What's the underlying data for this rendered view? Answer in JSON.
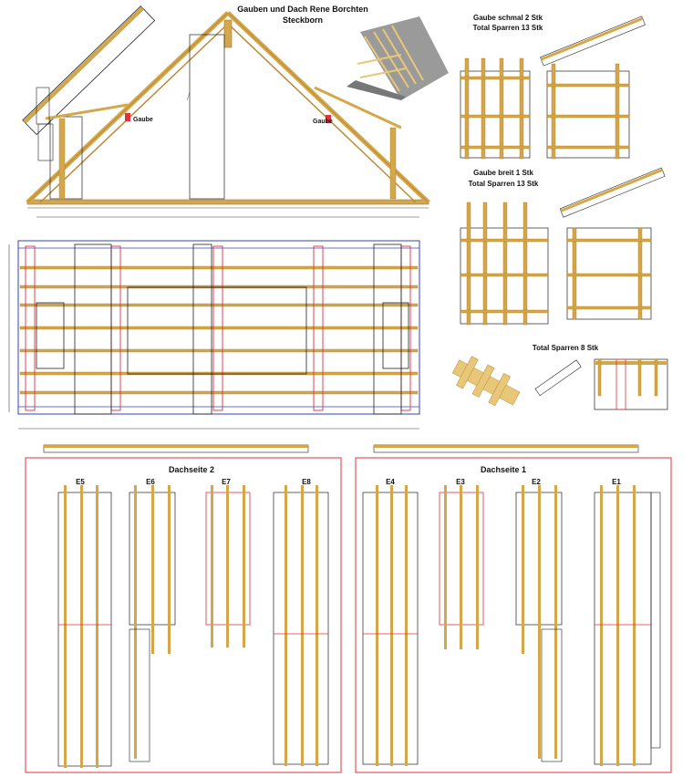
{
  "main_view": {
    "title_line1": "Gauben und Dach Rene Borchten",
    "title_line2": "Steckborn",
    "tag_left": "Gaube",
    "tag_right": "Gaube"
  },
  "gaube_schmal": {
    "title_line1": "Gaube schmal 2 Stk",
    "title_line2": "Total Sparren 13 Stk"
  },
  "gaube_breit": {
    "title_line1": "Gaube breit 1 Stk",
    "title_line2": "Total Sparren 13 Stk"
  },
  "sparren_small": {
    "title": "Total Sparren 8 Stk"
  },
  "dachseite_2": {
    "title": "Dachseite 2",
    "panels": [
      {
        "label": "E5"
      },
      {
        "label": "E6"
      },
      {
        "label": "E7"
      },
      {
        "label": "E8"
      }
    ]
  },
  "dachseite_1": {
    "title": "Dachseite 1",
    "panels": [
      {
        "label": "E4"
      },
      {
        "label": "E3"
      },
      {
        "label": "E2"
      },
      {
        "label": "E1"
      }
    ]
  },
  "colors": {
    "timber": "#d4a84a",
    "timber_dark": "#a8782a",
    "line": "#222222",
    "frame_red": "#e0323c",
    "accent_blue": "#3040c0"
  }
}
